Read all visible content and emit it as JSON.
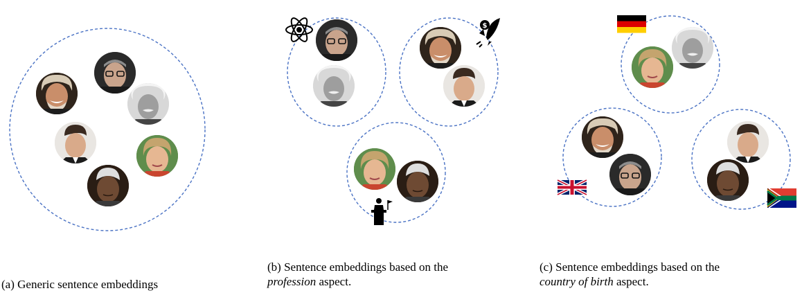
{
  "panels": {
    "a": {
      "caption": "(a) Generic sentence embeddings"
    },
    "b": {
      "caption_prefix": "(b) Sentence embeddings based on the",
      "caption_italic": "profession",
      "caption_suffix": " aspect."
    },
    "c": {
      "caption_prefix": "(c) Sentence embeddings based on the",
      "caption_italic": "country of birth",
      "caption_suffix": " aspect."
    }
  },
  "people": {
    "hawking": {
      "icon": "portrait-hawking",
      "color": "#3a3a3a"
    },
    "einstein": {
      "icon": "portrait-einstein",
      "color": "#cfcfcf"
    },
    "branson": {
      "icon": "portrait-branson",
      "color": "#6b4e3a"
    },
    "musk": {
      "icon": "portrait-musk",
      "color": "#d6c3a8"
    },
    "merkel": {
      "icon": "portrait-merkel",
      "color": "#e3b58c"
    },
    "mandela": {
      "icon": "portrait-mandela",
      "color": "#4a3426"
    }
  },
  "icons": {
    "science": "atom-icon",
    "business": "rocket-dollar-icon",
    "politics": "podium-speaker-icon",
    "germany": "germany-flag-icon",
    "uk": "uk-flag-icon",
    "south_africa": "south-africa-flag-icon"
  },
  "colors": {
    "cluster_outline": "#4a72c4"
  }
}
